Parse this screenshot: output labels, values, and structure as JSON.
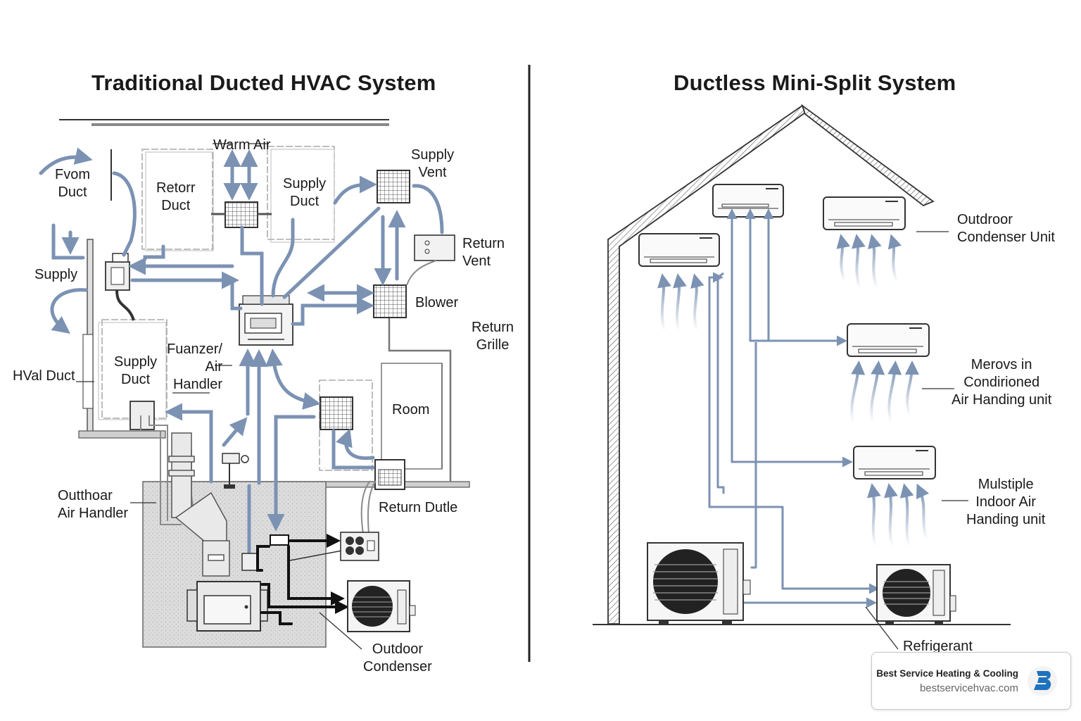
{
  "left": {
    "title": "Traditional Ducted HVAC System",
    "labels": {
      "from_duct": "Fvom\nDuct",
      "warm_air": "Warm Air",
      "retort_duct": "Retorr\nDuct",
      "supply_duct_top": "Supply\nDuct",
      "supply_vent": "Supply\nVent",
      "return_vent": "Return\nVent",
      "supply": "Supply",
      "blower": "Blower",
      "return_grille": "Return\nGrille",
      "fuanzer": "Fuanzer/\nAir\nHandler",
      "supply_duct_low": "Supply\nDuct",
      "hval_duct": "HVal Duct",
      "room": "Room",
      "outthoar": "Outthoar\nAir Handler",
      "return_dutle": "Return Dutle",
      "outdoor_condenser": "Outdoor\nCondenser"
    }
  },
  "right": {
    "title": "Ductless Mini-Split System",
    "labels": {
      "outdroor": "Outdroor\nCondenser Unit",
      "merovs": "Merovs in\nCondirioned\nAir Handing unit",
      "mulstiple": "Mulstiple\nIndoor Air\nHanding unit",
      "refrigerant": "Refrigerant"
    }
  },
  "badge": {
    "name": "Best Service Heating & Cooling",
    "url": "bestservicehvac.com",
    "logo_letter": "B",
    "logo_color": "#1e73be"
  },
  "colors": {
    "duct_blue": "#7b92b3",
    "line_dark": "#333333",
    "ground_gray": "#d9d9d9"
  }
}
